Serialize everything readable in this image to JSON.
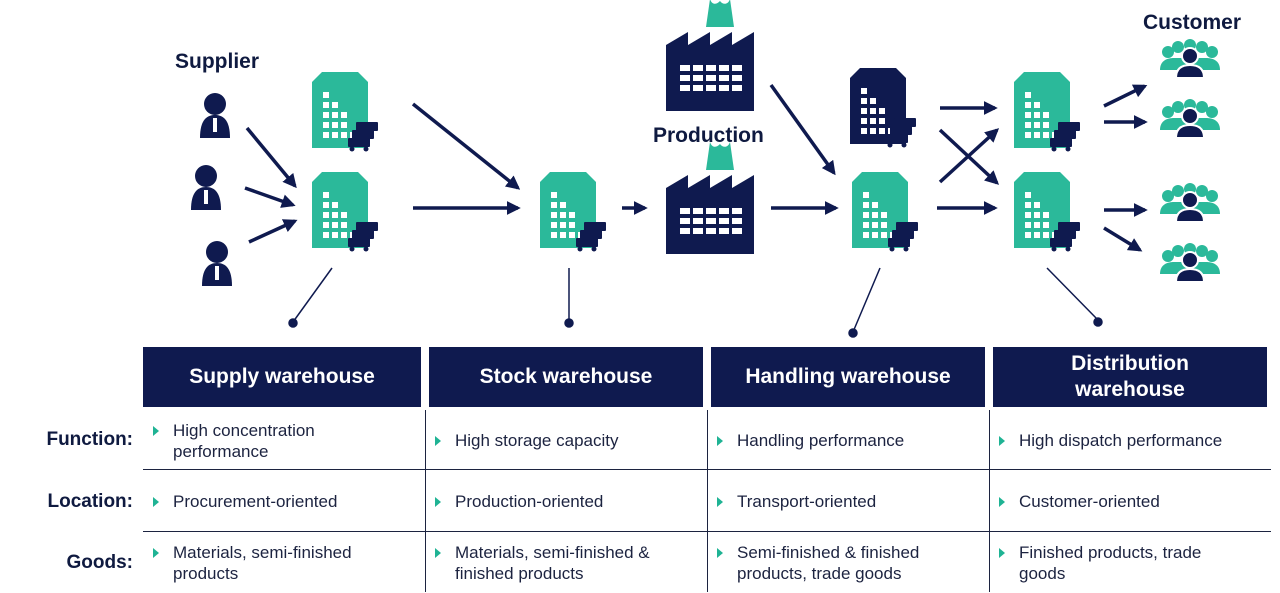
{
  "colors": {
    "navy": "#0f1a4f",
    "teal": "#2bb99a",
    "white": "#ffffff"
  },
  "labels": {
    "supplier": "Supplier",
    "production": "Production",
    "customer": "Customer"
  },
  "icons": [
    "supplier-person-icon",
    "warehouse-icon",
    "factory-icon",
    "truck-icon",
    "customer-group-icon"
  ],
  "headers": [
    "Supply warehouse",
    "Stock warehouse",
    "Handling warehouse",
    "Distribution warehouse"
  ],
  "rows": [
    {
      "label": "Function:",
      "cells": [
        "High concentration performance",
        "High storage capacity",
        "Handling performance",
        "High dispatch performance"
      ]
    },
    {
      "label": "Location:",
      "cells": [
        "Procurement-oriented",
        "Production-oriented",
        "Transport-oriented",
        "Customer-oriented"
      ]
    },
    {
      "label": "Goods:",
      "cells": [
        "Materials, semi-finished products",
        "Materials, semi-finished & finished products",
        "Semi-finished & finished products, trade goods",
        "Finished products, trade goods"
      ]
    }
  ]
}
